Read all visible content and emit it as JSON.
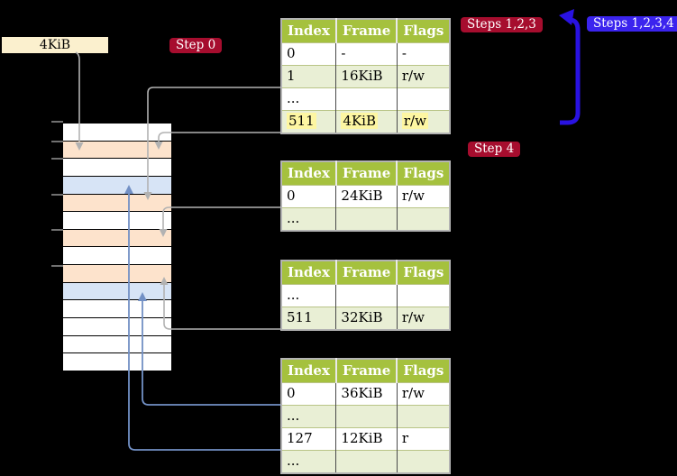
{
  "colors": {
    "background": "#000000",
    "cream": "#fbf0ce",
    "badge_red": "#a60d2e",
    "badge_blue": "#3b24ee",
    "loop_blue": "#2912e1",
    "header_green": "#a5c13e",
    "row_green": "#e9efd5",
    "row_white": "#ffffff",
    "highlight": "#fdf6a2",
    "frame_orange": "#fde3cc",
    "frame_blue": "#d7e4f6",
    "arrow_gray": "#b2b2b2",
    "arrow_steel": "#7290c5",
    "tick_gray": "#8c8c8c",
    "border_light": "#b3b3b3",
    "border_dark": "#4a4a4a",
    "border_row": "#b9c486"
  },
  "labels": {
    "frame_box": "4KiB",
    "step0": "Step 0",
    "steps123": "Steps 1,2,3",
    "steps1234": "Steps 1,2,3,4",
    "step4": "Step 4"
  },
  "memory": {
    "rows": [
      "white",
      "orange",
      "white",
      "blue",
      "orange",
      "white",
      "orange",
      "white",
      "orange",
      "blue",
      "white",
      "white",
      "white",
      "white"
    ]
  },
  "tables": [
    {
      "name": "page-table-at-4kib",
      "headers": [
        "Index",
        "Frame",
        "Flags"
      ],
      "rows": [
        {
          "cells": [
            "0",
            "-",
            "-"
          ]
        },
        {
          "cells": [
            "1",
            "16KiB",
            "r/w"
          ]
        },
        {
          "cells": [
            "...",
            "",
            ""
          ]
        },
        {
          "cells": [
            "511",
            "4KiB",
            "r/w"
          ]
        }
      ]
    },
    {
      "name": "page-table-at-24kib",
      "headers": [
        "Index",
        "Frame",
        "Flags"
      ],
      "rows": [
        {
          "cells": [
            "0",
            "24KiB",
            "r/w"
          ]
        },
        {
          "cells": [
            "...",
            "",
            ""
          ]
        }
      ]
    },
    {
      "name": "page-table-at-32kib",
      "headers": [
        "Index",
        "Frame",
        "Flags"
      ],
      "rows": [
        {
          "cells": [
            "...",
            "",
            ""
          ]
        },
        {
          "cells": [
            "511",
            "32KiB",
            "r/w"
          ]
        }
      ]
    },
    {
      "name": "page-table-at-36kib",
      "headers": [
        "Index",
        "Frame",
        "Flags"
      ],
      "rows": [
        {
          "cells": [
            "0",
            "36KiB",
            "r/w"
          ]
        },
        {
          "cells": [
            "...",
            "",
            ""
          ]
        },
        {
          "cells": [
            "127",
            "12KiB",
            "r"
          ]
        },
        {
          "cells": [
            "...",
            "",
            ""
          ]
        }
      ]
    }
  ]
}
